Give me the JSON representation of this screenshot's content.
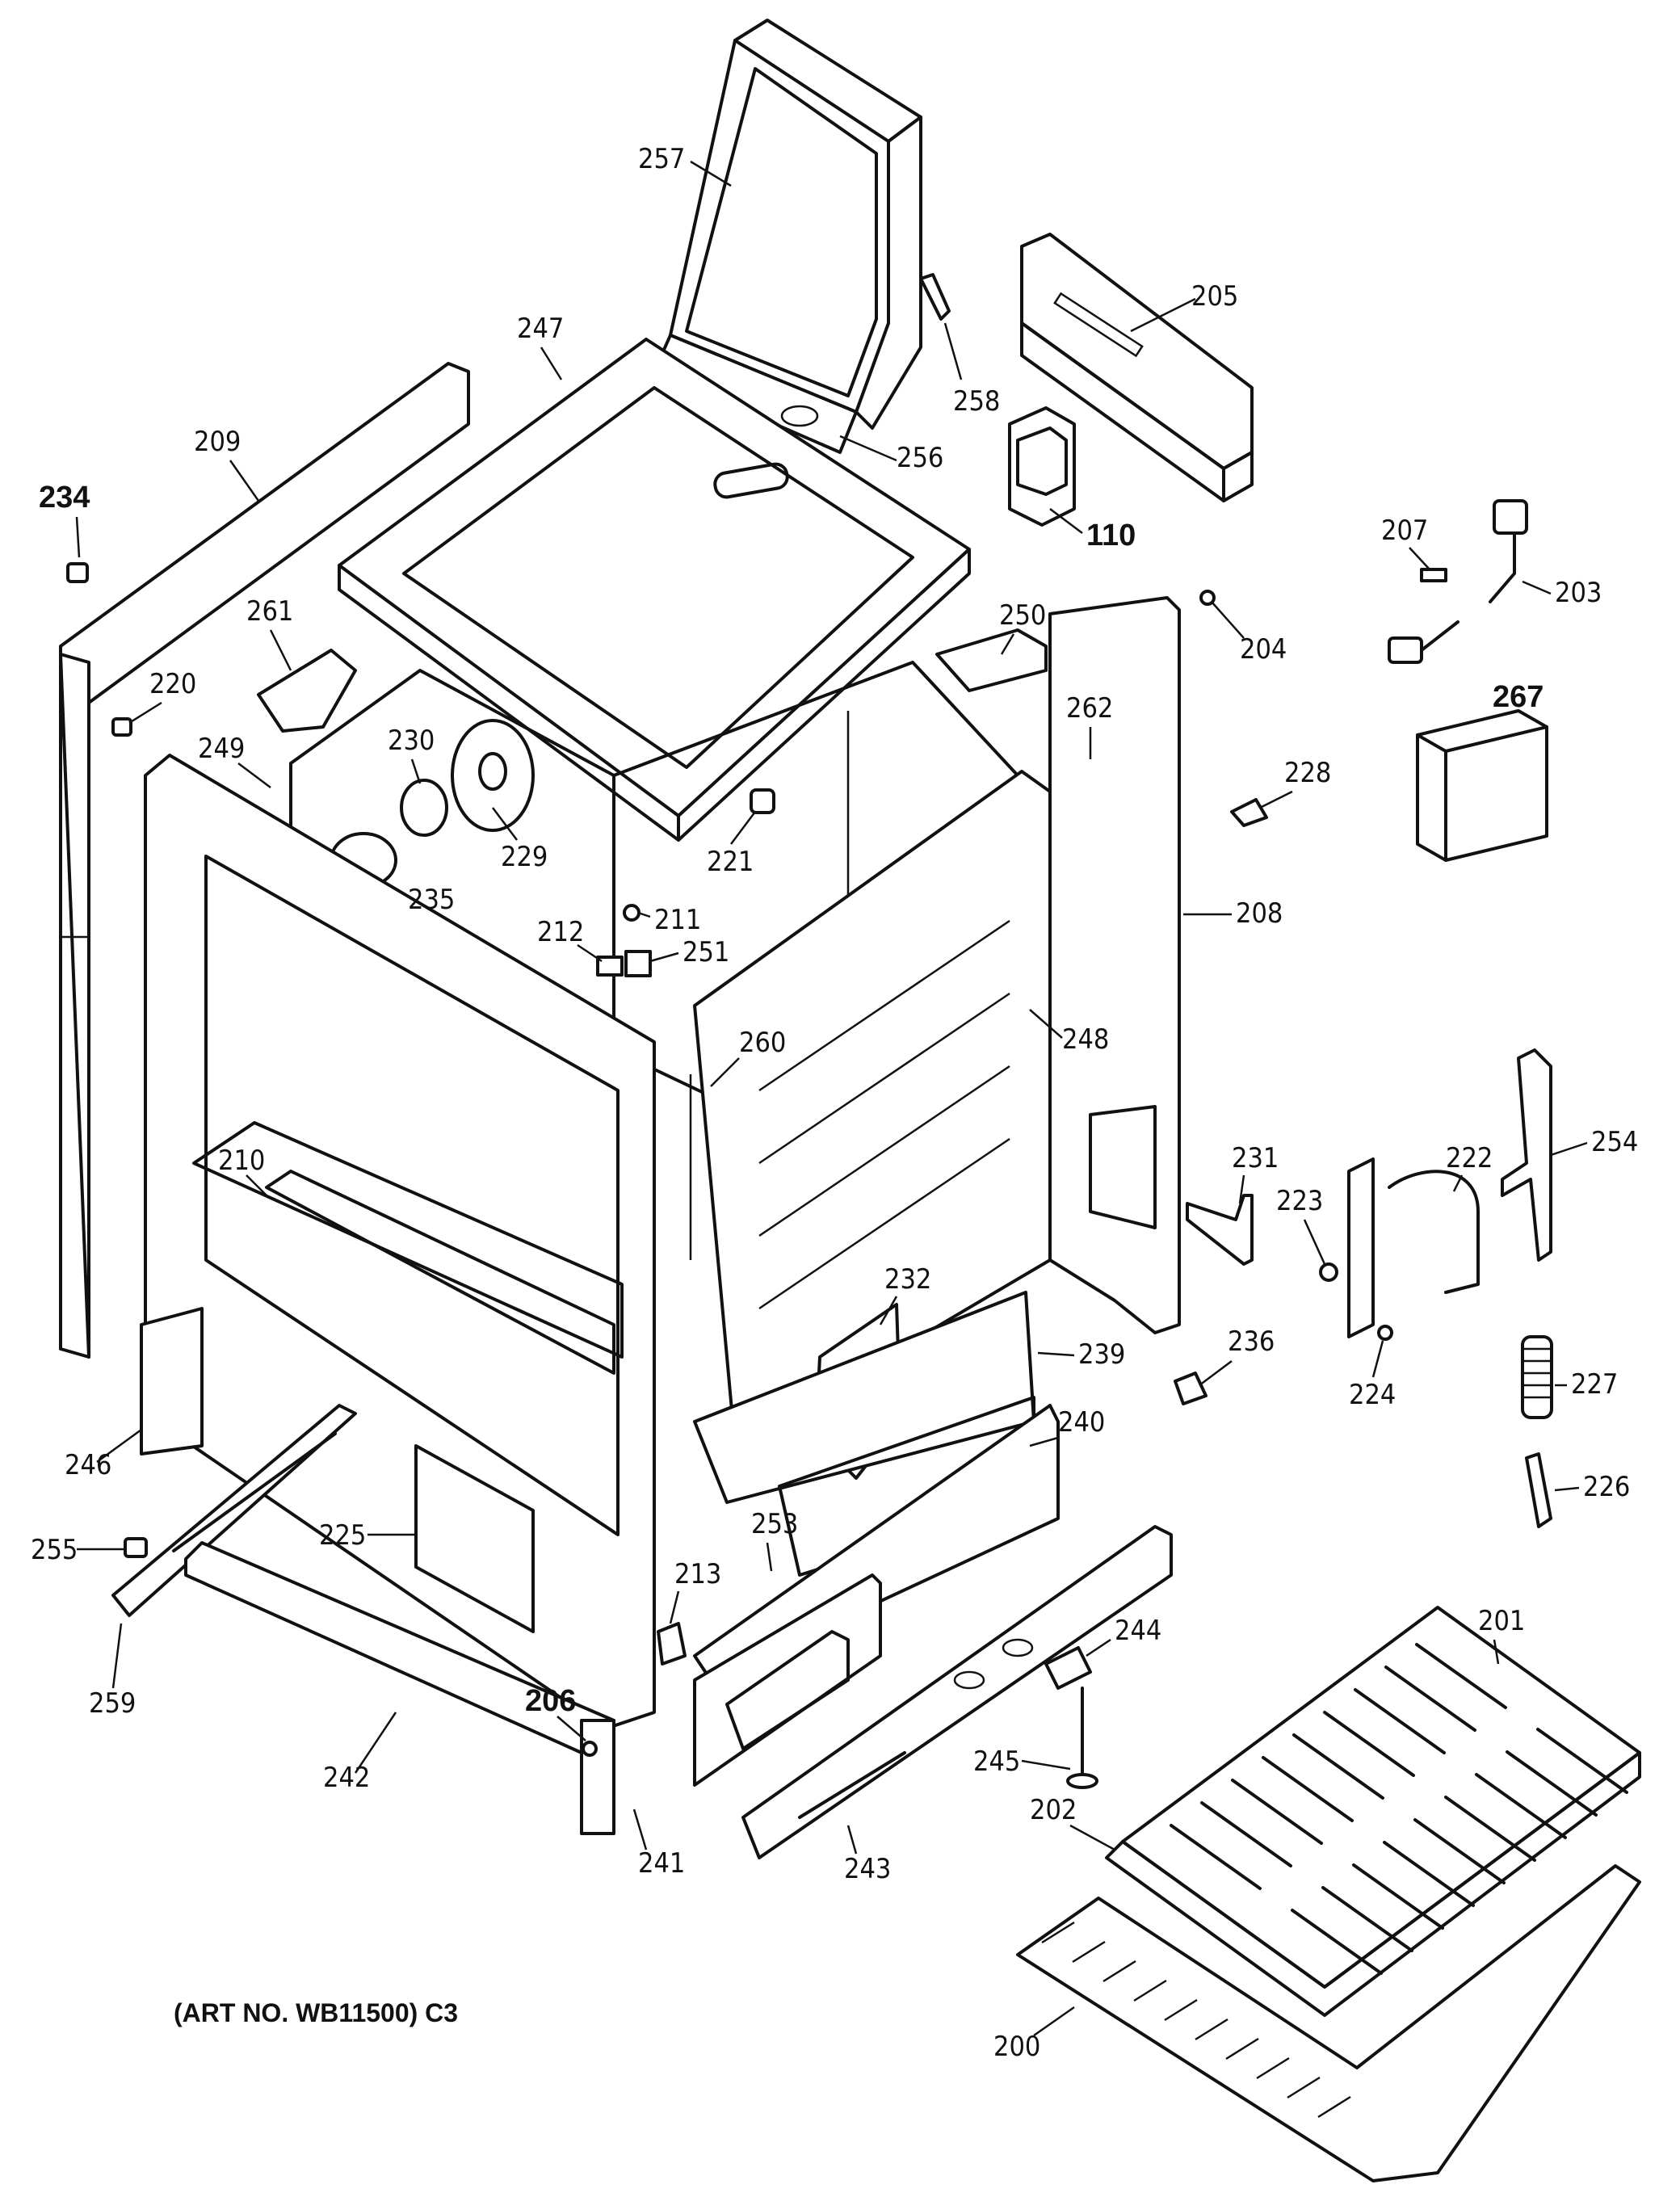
{
  "art_number": "(ART NO. WB11500) C3",
  "labels": [
    {
      "id": "257",
      "text": "257",
      "bold": false
    },
    {
      "id": "205",
      "text": "205",
      "bold": false
    },
    {
      "id": "258",
      "text": "258",
      "bold": false
    },
    {
      "id": "247",
      "text": "247",
      "bold": false
    },
    {
      "id": "256",
      "text": "256",
      "bold": false
    },
    {
      "id": "110",
      "text": "110",
      "bold": true
    },
    {
      "id": "209",
      "text": "209",
      "bold": false
    },
    {
      "id": "234",
      "text": "234",
      "bold": true
    },
    {
      "id": "207",
      "text": "207",
      "bold": false
    },
    {
      "id": "203",
      "text": "203",
      "bold": false
    },
    {
      "id": "204",
      "text": "204",
      "bold": false
    },
    {
      "id": "250",
      "text": "250",
      "bold": false
    },
    {
      "id": "261",
      "text": "261",
      "bold": false
    },
    {
      "id": "220",
      "text": "220",
      "bold": false
    },
    {
      "id": "262",
      "text": "262",
      "bold": false
    },
    {
      "id": "267",
      "text": "267",
      "bold": true
    },
    {
      "id": "249",
      "text": "249",
      "bold": false
    },
    {
      "id": "230",
      "text": "230",
      "bold": false
    },
    {
      "id": "229",
      "text": "229",
      "bold": false
    },
    {
      "id": "221",
      "text": "221",
      "bold": false
    },
    {
      "id": "228",
      "text": "228",
      "bold": false
    },
    {
      "id": "235",
      "text": "235",
      "bold": false
    },
    {
      "id": "211",
      "text": "211",
      "bold": false
    },
    {
      "id": "208",
      "text": "208",
      "bold": false
    },
    {
      "id": "212",
      "text": "212",
      "bold": false
    },
    {
      "id": "251",
      "text": "251",
      "bold": false
    },
    {
      "id": "248",
      "text": "248",
      "bold": false
    },
    {
      "id": "260",
      "text": "260",
      "bold": false
    },
    {
      "id": "210",
      "text": "210",
      "bold": false
    },
    {
      "id": "231",
      "text": "231",
      "bold": false
    },
    {
      "id": "222",
      "text": "222",
      "bold": false
    },
    {
      "id": "254",
      "text": "254",
      "bold": false
    },
    {
      "id": "223",
      "text": "223",
      "bold": false
    },
    {
      "id": "232",
      "text": "232",
      "bold": false
    },
    {
      "id": "236",
      "text": "236",
      "bold": false
    },
    {
      "id": "239",
      "text": "239",
      "bold": false
    },
    {
      "id": "224",
      "text": "224",
      "bold": false
    },
    {
      "id": "227",
      "text": "227",
      "bold": false
    },
    {
      "id": "246",
      "text": "246",
      "bold": false
    },
    {
      "id": "240",
      "text": "240",
      "bold": false
    },
    {
      "id": "226",
      "text": "226",
      "bold": false
    },
    {
      "id": "255",
      "text": "255",
      "bold": false
    },
    {
      "id": "225",
      "text": "225",
      "bold": false
    },
    {
      "id": "253",
      "text": "253",
      "bold": false
    },
    {
      "id": "213",
      "text": "213",
      "bold": false
    },
    {
      "id": "201",
      "text": "201",
      "bold": false
    },
    {
      "id": "244",
      "text": "244",
      "bold": false
    },
    {
      "id": "259",
      "text": "259",
      "bold": false
    },
    {
      "id": "206",
      "text": "206",
      "bold": true
    },
    {
      "id": "245",
      "text": "245",
      "bold": false
    },
    {
      "id": "242",
      "text": "242",
      "bold": false
    },
    {
      "id": "241",
      "text": "241",
      "bold": false
    },
    {
      "id": "243",
      "text": "243",
      "bold": false
    },
    {
      "id": "202",
      "text": "202",
      "bold": false
    },
    {
      "id": "200",
      "text": "200",
      "bold": false
    }
  ]
}
